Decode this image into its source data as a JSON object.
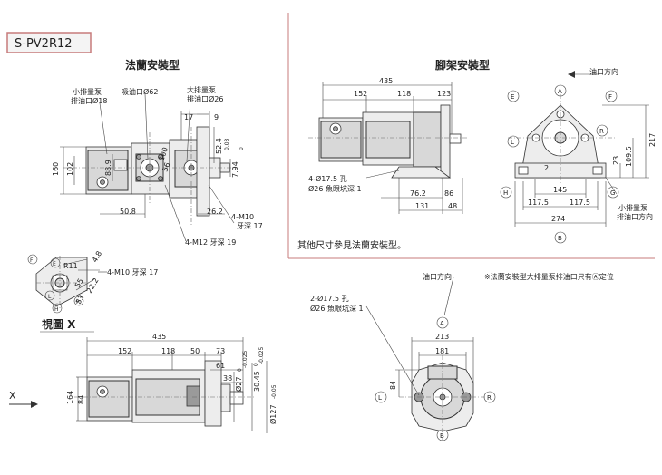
{
  "model": "S-PV2R12",
  "flange": {
    "title": "法蘭安裝型",
    "labels": {
      "small_port": [
        "小排量泵",
        "排油口Ø18"
      ],
      "suction": "吸油口Ø62",
      "large_port": [
        "大排量泵",
        "排油口Ø26"
      ],
      "m10": [
        "4-M10",
        "牙深 17"
      ],
      "m12": "4-M12 牙深 19"
    },
    "dims": {
      "d17": "17",
      "d9": "9",
      "d160": "160",
      "d102": "102",
      "d889": "88.9",
      "d100": "100",
      "d56": "56",
      "d524": "52.4",
      "d794": "7.94",
      "d794tol": "0.03",
      "d794tol0": "0",
      "d508": "50.8",
      "d262": "26.2"
    }
  },
  "viewx": {
    "title": "視圖 X",
    "labels": {
      "m10": "4-M10 牙深 17"
    },
    "dims": {
      "r11": "R11",
      "d48": "4.8",
      "d55": "55",
      "d222": "22.2",
      "d53": "53"
    },
    "letters": [
      "F",
      "E",
      "L",
      "R",
      "H"
    ]
  },
  "side": {
    "x_arrow": "X",
    "dims": {
      "d435": "435",
      "d152": "152",
      "d118": "118",
      "d50": "50",
      "d73": "73",
      "d61": "61",
      "d38": "38",
      "d164": "164",
      "d84": "84",
      "d27": "Ø27",
      "d27tol": "-0.025",
      "d27tol0": "0",
      "d3045": "30.45",
      "d3045tol": "-0.025",
      "d3045tol0": "0",
      "d127": "Ø127",
      "d127tol": "-0.05"
    }
  },
  "foot": {
    "title": "腳架安裝型",
    "labels": {
      "oil_dir": "油口方向",
      "holes": [
        "4-Ø17.5 孔",
        "Ø26 魚眼坑深 1"
      ],
      "small_port_dir": [
        "小排量泵",
        "排油口方向"
      ]
    },
    "dims": {
      "d435": "435",
      "d152": "152",
      "d118": "118",
      "d123": "123",
      "d762": "76.2",
      "d86": "86",
      "d131": "131",
      "d48": "48",
      "d145": "145",
      "d1175a": "117.5",
      "d1175b": "117.5",
      "d274": "274",
      "d2": "2",
      "d23": "23",
      "d1095": "109.5",
      "d217": "217"
    },
    "letters": [
      "A",
      "E",
      "F",
      "L",
      "R",
      "H",
      "G",
      "B"
    ]
  },
  "note": "其他尺寸參見法蘭安裝型。",
  "front": {
    "labels": {
      "oil_dir": "油口方向",
      "note": "※法蘭安裝型大排量泵排油口只有Ⓐ定位",
      "holes": [
        "2-Ø17.5 孔",
        "Ø26 魚眼坑深 1"
      ]
    },
    "dims": {
      "d213": "213",
      "d181": "181",
      "d84": "84"
    },
    "letters": [
      "A",
      "L",
      "R",
      "B"
    ]
  }
}
